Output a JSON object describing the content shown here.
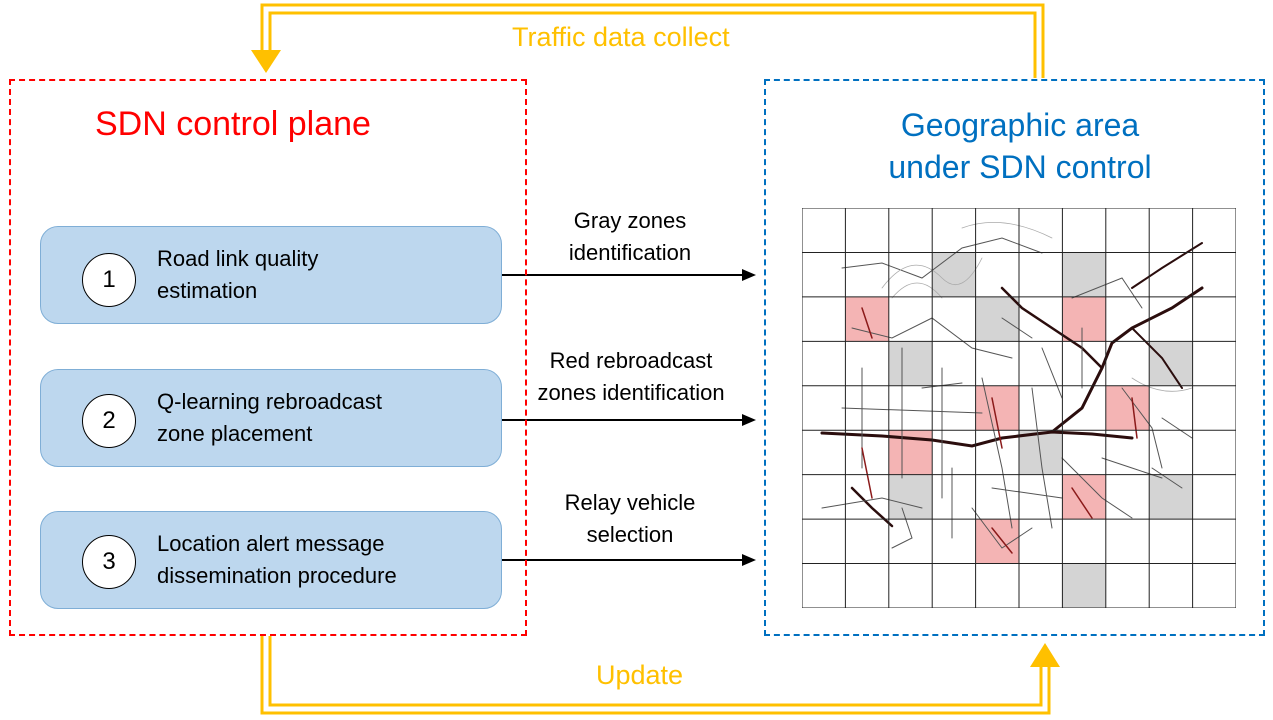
{
  "top_loop": {
    "label": "Traffic data collect"
  },
  "bottom_loop": {
    "label": "Update"
  },
  "control_panel": {
    "title": "SDN control plane",
    "steps": [
      {
        "number": "1",
        "line1": "Road link quality",
        "line2": "estimation"
      },
      {
        "number": "2",
        "line1": "Q-learning rebroadcast",
        "line2": "zone placement"
      },
      {
        "number": "3",
        "line1": "Location alert message",
        "line2": "dissemination procedure"
      }
    ]
  },
  "arrows": [
    {
      "line1": "Gray zones",
      "line2": "identification"
    },
    {
      "line1": "Red rebroadcast",
      "line2": "zones identification"
    },
    {
      "line1": "Relay vehicle",
      "line2": "selection"
    }
  ],
  "area_panel": {
    "title_line1": "Geographic area",
    "title_line2": "under SDN control"
  },
  "grid": {
    "rows": 9,
    "cols": 10,
    "red_cells": [
      [
        2,
        1
      ],
      [
        2,
        6
      ],
      [
        4,
        4
      ],
      [
        4,
        7
      ],
      [
        5,
        2
      ],
      [
        6,
        6
      ],
      [
        7,
        4
      ]
    ],
    "gray_cells": [
      [
        1,
        3
      ],
      [
        1,
        6
      ],
      [
        2,
        4
      ],
      [
        3,
        2
      ],
      [
        3,
        8
      ],
      [
        5,
        5
      ],
      [
        6,
        2
      ],
      [
        6,
        8
      ],
      [
        8,
        6
      ]
    ]
  },
  "colors": {
    "gold": "#ffc000",
    "red_panel": "#ff0000",
    "blue_panel": "#0070c0",
    "step_fill": "#bdd7ee",
    "red_cell": "#f4b4b4",
    "gray_cell": "#d4d4d4"
  }
}
